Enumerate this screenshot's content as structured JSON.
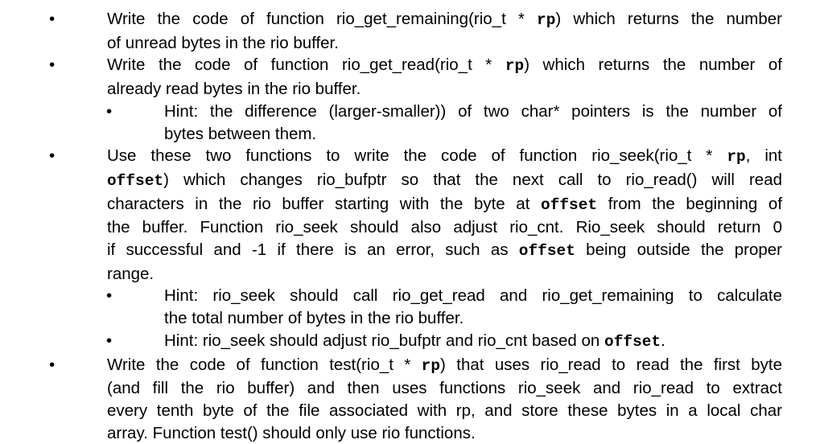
{
  "page": {
    "background_color": "#ffffff",
    "text_color": "#000000"
  },
  "doc": {
    "bullet_char": "•",
    "items": [
      {
        "level": 1,
        "lines": [
          {
            "runs": [
              {
                "t": "Write the code of function rio_get_remaining(rio_t * ",
                "mono": false
              },
              {
                "t": "rp",
                "mono": true
              },
              {
                "t": ") which returns the number",
                "mono": false
              }
            ]
          },
          {
            "runs": [
              {
                "t": "of unread bytes in the rio buffer.",
                "mono": false
              }
            ]
          }
        ]
      },
      {
        "level": 1,
        "lines": [
          {
            "runs": [
              {
                "t": "Write the code of function rio_get_read(rio_t * ",
                "mono": false
              },
              {
                "t": "rp",
                "mono": true
              },
              {
                "t": ") which returns the number of",
                "mono": false
              }
            ]
          },
          {
            "runs": [
              {
                "t": "already read bytes in the rio buffer.",
                "mono": false
              }
            ]
          }
        ]
      },
      {
        "level": 2,
        "lines": [
          {
            "runs": [
              {
                "t": "Hint: the difference (larger-smaller)) of two char* pointers is the number of",
                "mono": false
              }
            ]
          },
          {
            "runs": [
              {
                "t": "bytes between them.",
                "mono": false
              }
            ]
          }
        ]
      },
      {
        "level": 1,
        "lines": [
          {
            "runs": [
              {
                "t": "Use these two functions to write the code of function rio_seek(rio_t * ",
                "mono": false
              },
              {
                "t": "rp",
                "mono": true
              },
              {
                "t": ", int",
                "mono": false
              }
            ]
          },
          {
            "runs": [
              {
                "t": "offset",
                "mono": true
              },
              {
                "t": ") which changes rio_bufptr so that the next call to rio_read() will read",
                "mono": false
              }
            ]
          },
          {
            "runs": [
              {
                "t": "characters in the rio buffer starting with the byte at ",
                "mono": false
              },
              {
                "t": "offset",
                "mono": true
              },
              {
                "t": " from the beginning of",
                "mono": false
              }
            ]
          },
          {
            "runs": [
              {
                "t": "the buffer. Function rio_seek should also adjust rio_cnt. Rio_seek should return 0",
                "mono": false
              }
            ]
          },
          {
            "runs": [
              {
                "t": "if successful and -1 if there is an error, such as ",
                "mono": false
              },
              {
                "t": "offset",
                "mono": true
              },
              {
                "t": " being outside the proper",
                "mono": false
              }
            ]
          },
          {
            "runs": [
              {
                "t": "range.",
                "mono": false
              }
            ]
          }
        ]
      },
      {
        "level": 2,
        "lines": [
          {
            "runs": [
              {
                "t": "Hint: rio_seek should call rio_get_read and rio_get_remaining to calculate",
                "mono": false
              }
            ]
          },
          {
            "runs": [
              {
                "t": "the total number of bytes in the rio buffer.",
                "mono": false
              }
            ]
          }
        ]
      },
      {
        "level": 2,
        "lines": [
          {
            "runs": [
              {
                "t": "Hint: rio_seek should adjust rio_bufptr and rio_cnt based on ",
                "mono": false
              },
              {
                "t": "offset",
                "mono": true
              },
              {
                "t": ".",
                "mono": false
              }
            ]
          }
        ]
      },
      {
        "level": 1,
        "lines": [
          {
            "runs": [
              {
                "t": "Write the code of function test(rio_t * ",
                "mono": false
              },
              {
                "t": "rp",
                "mono": true
              },
              {
                "t": ") that uses rio_read to read the first byte",
                "mono": false
              }
            ]
          },
          {
            "runs": [
              {
                "t": "(and fill the rio buffer) and then uses functions rio_seek and rio_read to extract",
                "mono": false
              }
            ]
          },
          {
            "runs": [
              {
                "t": "every tenth byte of the file associated with rp, and store these bytes in a local char",
                "mono": false
              }
            ]
          },
          {
            "runs": [
              {
                "t": "array. Function test() should only use rio functions.",
                "mono": false
              }
            ]
          }
        ]
      }
    ]
  }
}
